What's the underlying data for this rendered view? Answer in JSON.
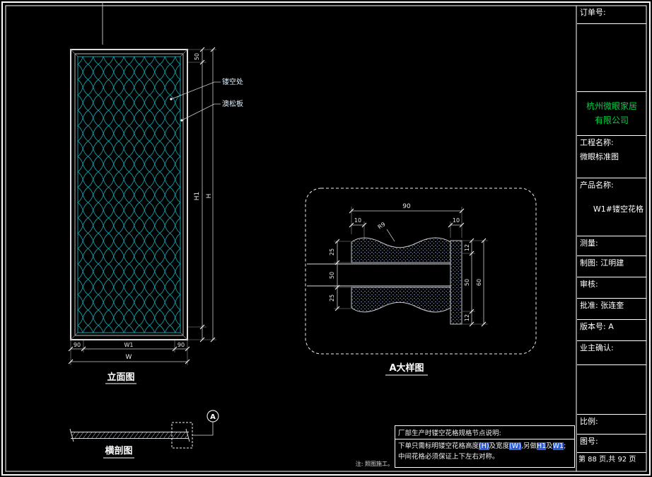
{
  "drawing": {
    "title_block": {
      "order_label": "订单号:",
      "company_line1": "杭州微眼家居",
      "company_line2": "有限公司",
      "project_label": "工程名称:",
      "project_value": "微眼标准图",
      "product_label": "产品名称:",
      "product_value": "W1#镂空花格",
      "measure": "测量:",
      "draft": "制图: 江明建",
      "review": "审核:",
      "approve": "批准: 张连奎",
      "version": "版本号: A",
      "owner": "业主确认:",
      "scale": "比例:",
      "drawing_no": "图号:",
      "page": "第 88 页,共 92 页"
    },
    "elevation": {
      "label": "立面图",
      "callout_hollow": "镂空处",
      "callout_board": "澳松板",
      "dim_left": "90",
      "dim_mid": "W1",
      "dim_right": "90",
      "dim_overall": "W",
      "dim_h1": "H1",
      "dim_h": "H",
      "dim_top50": "50"
    },
    "detail": {
      "label": "A大样图",
      "dim_top": "90",
      "dim_top_left": "10",
      "dim_top_right": "10",
      "dim_radius": "R9",
      "dim_left_top": "25",
      "dim_left_mid": "50",
      "dim_left_bottom": "25",
      "dim_right_top": "12",
      "dim_right_mid": "50",
      "dim_right_bottom": "12",
      "dim_right_overall": "60"
    },
    "section": {
      "label": "横剖图",
      "marker": "A"
    },
    "notes": {
      "box_title": "厂部生产时镂空花格规格节点说明:",
      "seg1": "下单只需标明镂空花格高度",
      "seg2": "(H)",
      "seg3": "及宽度",
      "seg4": "(W)",
      "seg5": ",另做",
      "seg6": "H1",
      "seg7": "及",
      "seg8": "W1",
      "seg9": ";",
      "line2": "中间花格必须保证上下左右对称。",
      "side_note": "注: 照图施工。"
    },
    "colors": {
      "lattice_cyan": "#17c3cf",
      "company_green": "#00d045",
      "highlight_blue": "#2a5bd7"
    }
  }
}
